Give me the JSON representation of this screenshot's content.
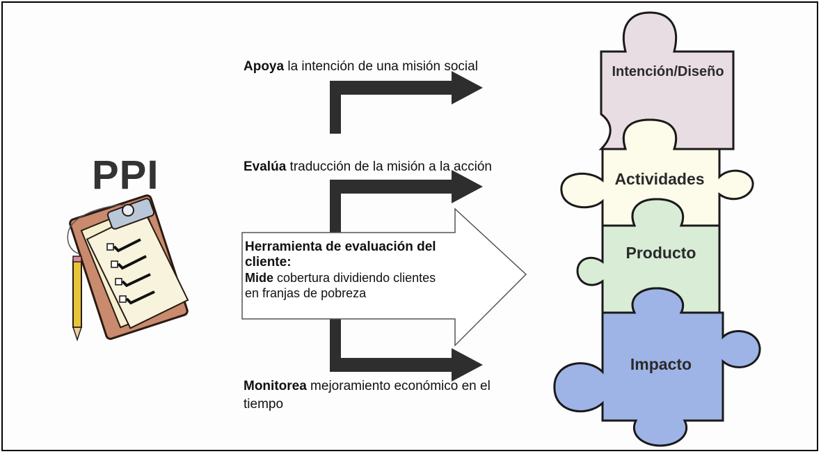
{
  "title": "PPI",
  "statements": [
    {
      "bold": "Apoya",
      "rest": " la intención de una misión social"
    },
    {
      "bold": "Evalúa",
      "rest": " traducción de la misión a la acción"
    },
    {
      "bold": "Monitorea",
      "rest": " mejoramiento económico en el",
      "line2": "tiempo"
    }
  ],
  "tool": {
    "heading_line1": "Herramienta de evaluación del",
    "heading_line2": "cliente:",
    "bold": "Mide",
    "rest_line1": " cobertura dividiendo clientes",
    "rest_line2": "en franjas de pobreza"
  },
  "puzzle": [
    {
      "label": "Intención/Diseño",
      "color": "#e9dde4"
    },
    {
      "label": "Actividades",
      "color": "#fdfbe9"
    },
    {
      "label": "Producto",
      "color": "#d8ecd6"
    },
    {
      "label": "Impacto",
      "color": "#9eb4e6"
    }
  ],
  "icons": [
    "clipboard-icon",
    "pencil-icon"
  ]
}
